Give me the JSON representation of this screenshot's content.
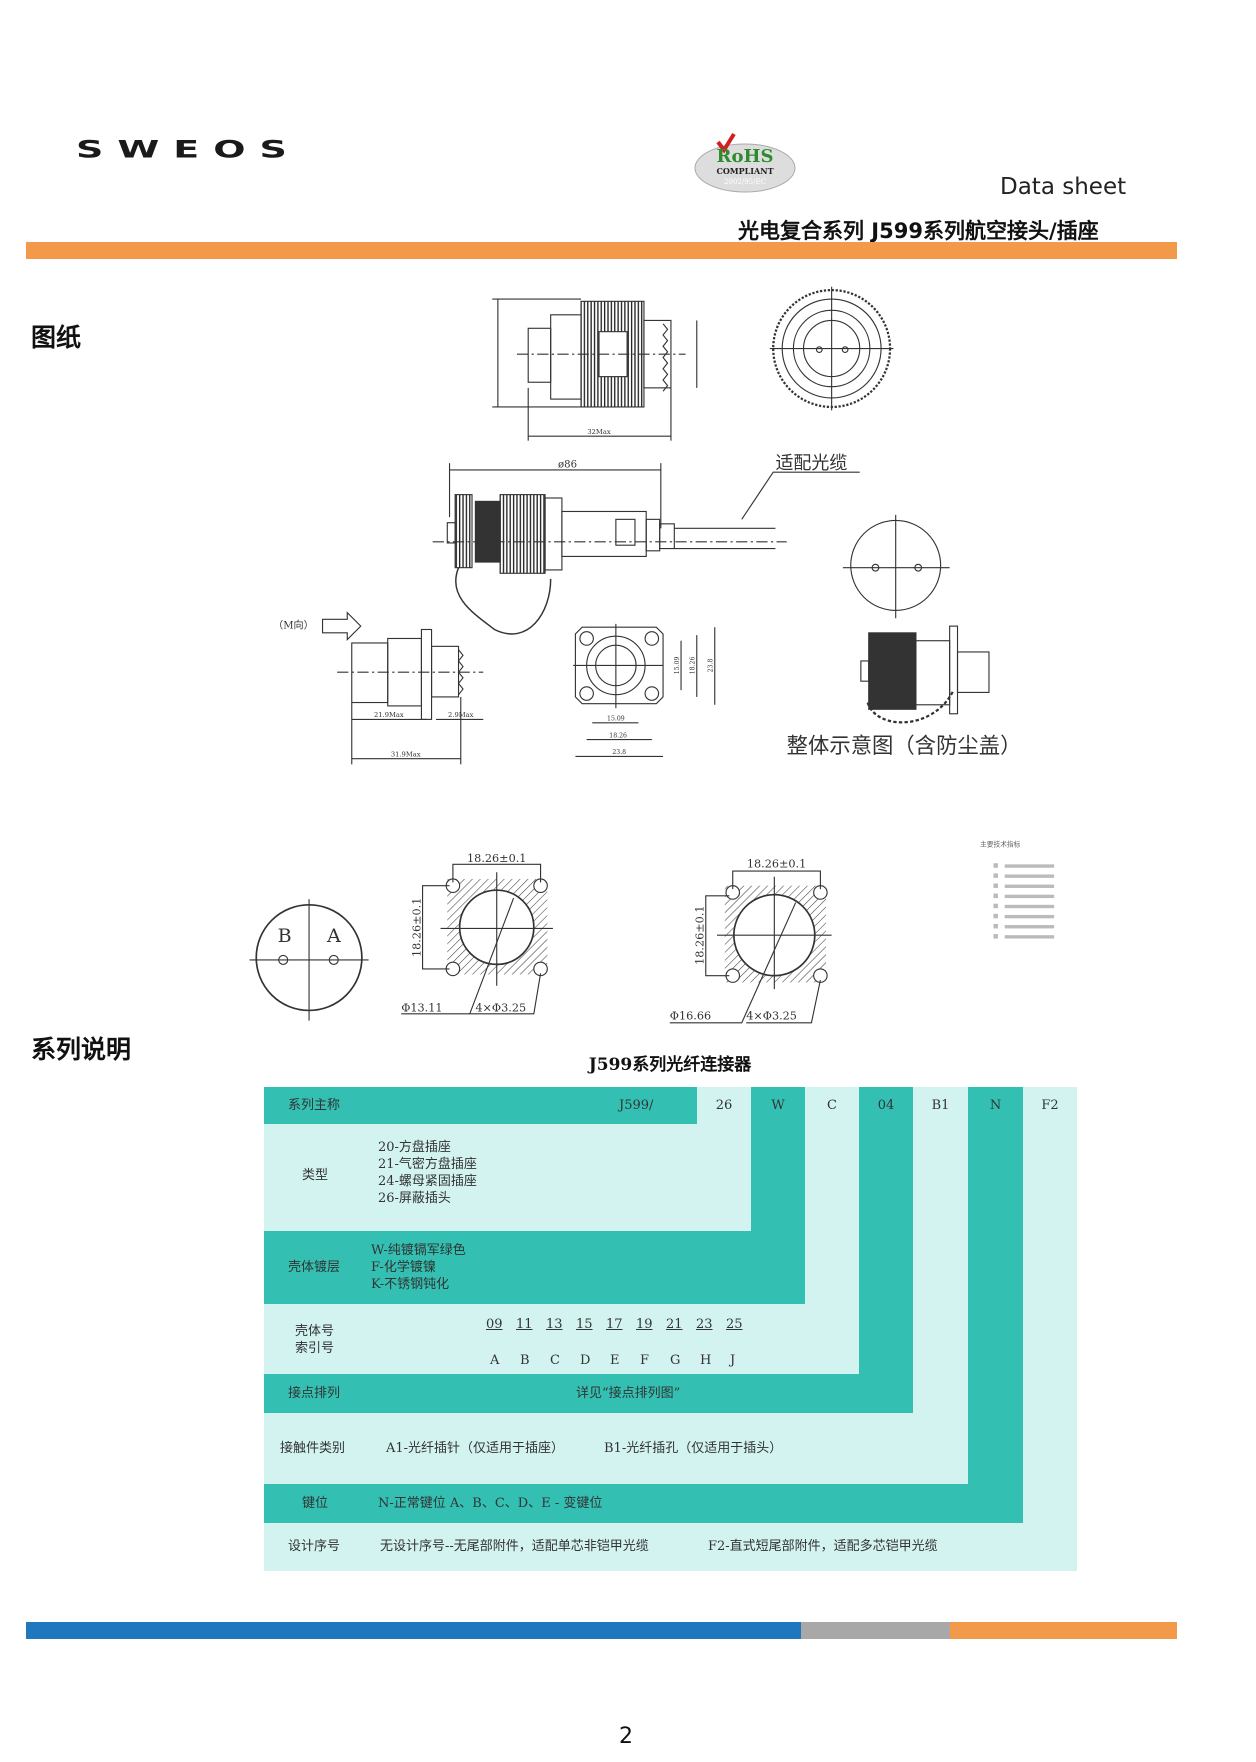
{
  "header": {
    "logo": "SWEOS",
    "rohs_badge": {
      "line1": "RoHS",
      "line2": "COMPLIANT",
      "line3": "2002/95/EC"
    },
    "doc_type": "Data sheet",
    "subtitle": "光电复合系列 J599系列航空接头/插座"
  },
  "sections": {
    "drawings": "图纸",
    "series": "系列说明"
  },
  "drawings": {
    "dim_32max": "32Max",
    "dim_86": "ø86",
    "cable_label": "适配光缆",
    "m_direction": "（M向）",
    "dim_21_9": "21.9Max",
    "dim_2_9": "2.9Max",
    "dim_31_9": "31.9Max",
    "dim_15_09": "15.09",
    "dim_18_26": "18.26",
    "dim_23_8": "23.8",
    "overall_caption": "整体示意图（含防尘盖）",
    "pin_b": "B",
    "pin_a": "A",
    "flange_dim": "18.26±0.1",
    "hole1": "Φ13.11",
    "holes4a": "4×Φ3.25",
    "hole2": "Φ16.66",
    "holes4b": "4×Φ3.25",
    "spec_title": "主要技术指标"
  },
  "table": {
    "title": "J599系列光纤连接器",
    "header": {
      "label": "系列主称",
      "prefix": "J599/",
      "codes": [
        "26",
        "W",
        "C",
        "04",
        "B1",
        "N",
        "F2"
      ]
    },
    "type": {
      "label": "类型",
      "items": [
        "20-方盘插座",
        "21-气密方盘插座",
        "24-螺母紧固插座",
        "26-屏蔽插头"
      ]
    },
    "plating": {
      "label": "壳体镀层",
      "items": [
        "W-纯镀镉军绿色",
        "F-化学镀镍",
        "K-不锈钢钝化"
      ]
    },
    "shell": {
      "label1": "壳体号",
      "label2": "索引号",
      "numbers": [
        "09",
        "11",
        "13",
        "15",
        "17",
        "19",
        "21",
        "23",
        "25"
      ],
      "letters": [
        "A",
        "B",
        "C",
        "D",
        "E",
        "F",
        "G",
        "H",
        "J"
      ]
    },
    "contact_layout": {
      "label": "接点排列",
      "value": "详见“接点排列图”"
    },
    "contact_type": {
      "label": "接触件类别",
      "a1": "A1-光纤插针（仅适用于插座）",
      "b1": "B1-光纤插孔（仅适用于插头）"
    },
    "keying": {
      "label": "键位",
      "value": "N-正常键位  A、B、C、D、E - 变键位"
    },
    "design": {
      "label": "设计序号",
      "none": "无设计序号--无尾部附件，适配单芯非铠甲光缆",
      "f2": "F2-直式短尾部附件，适配多芯铠甲光缆"
    }
  },
  "footer": {
    "page": "2"
  },
  "colors": {
    "orange": "#f39a4a",
    "teal_dark": "#33c0b3",
    "teal_light": "#d3f3f1",
    "blue": "#1f77c0",
    "gray": "#a8a8a8"
  }
}
